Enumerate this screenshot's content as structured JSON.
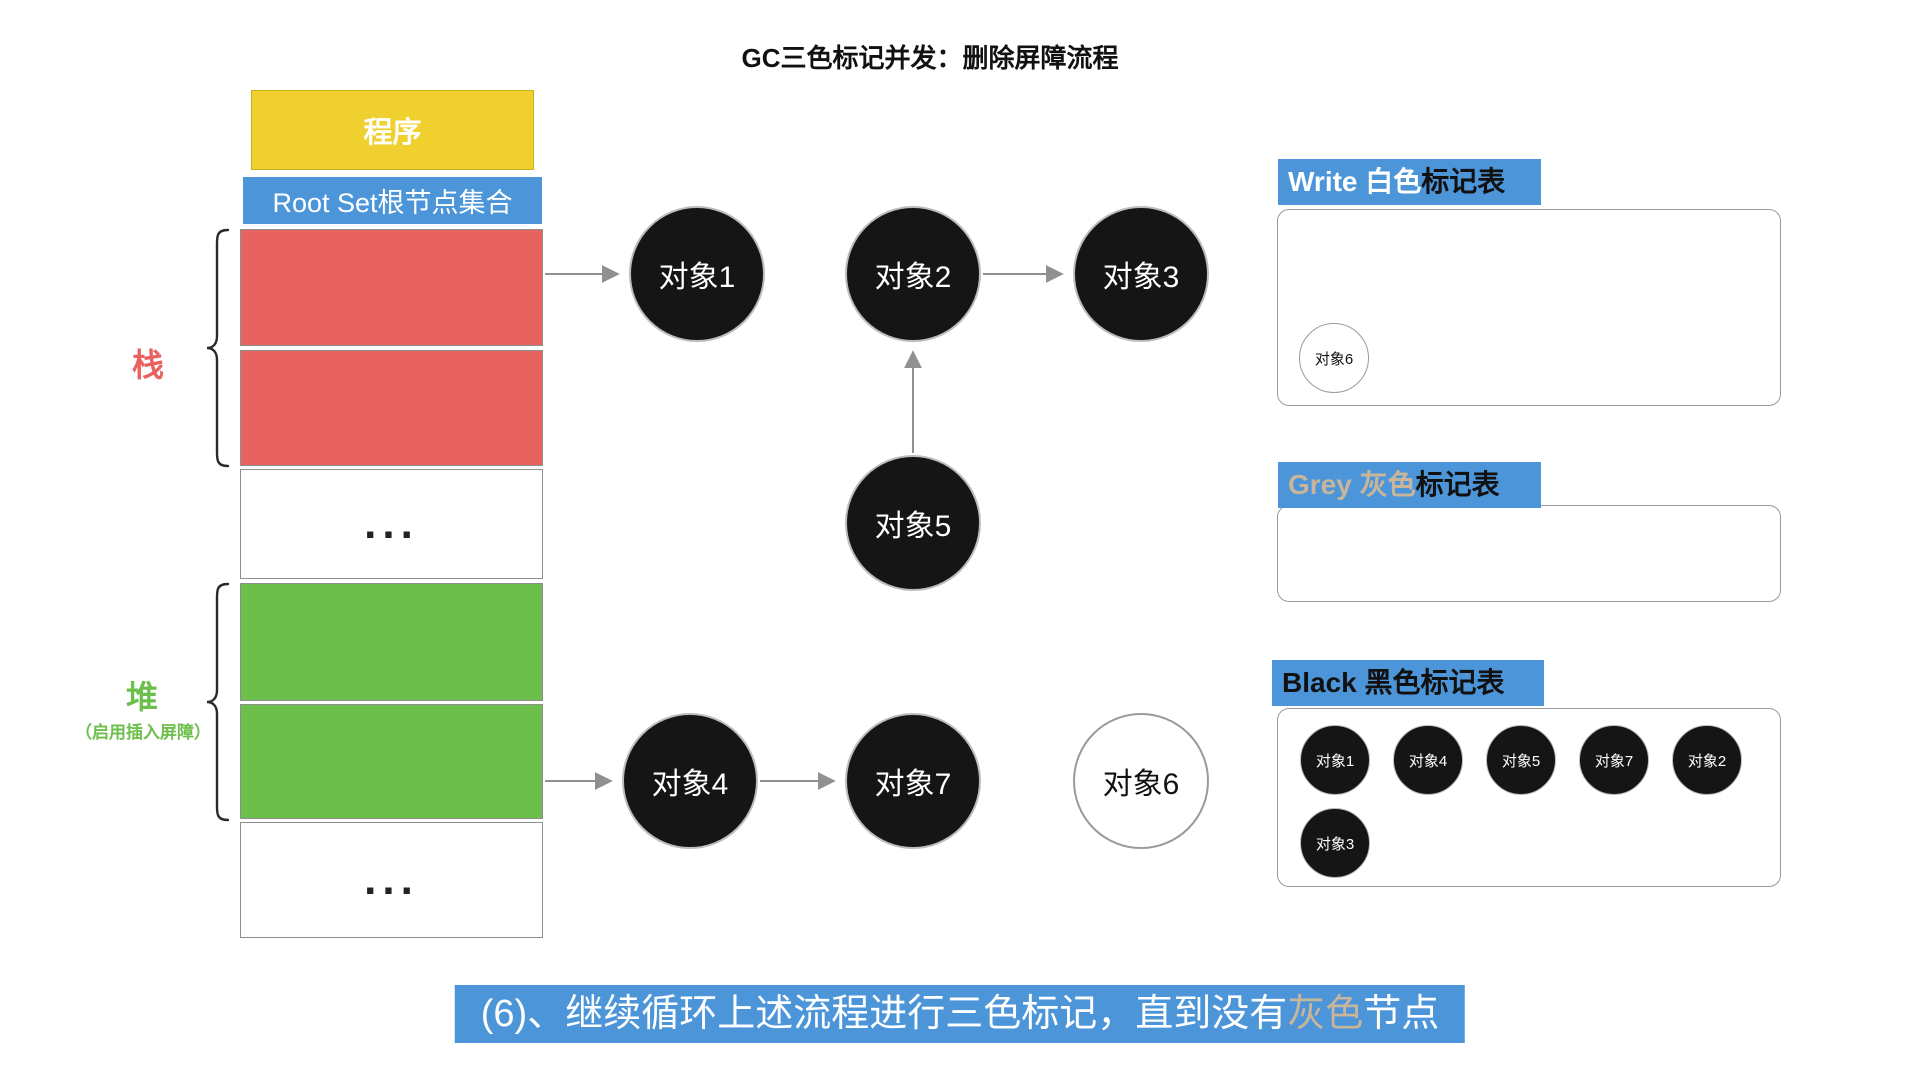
{
  "title": "GC三色标记并发：删除屏障流程",
  "memory": {
    "program": "程序",
    "root_set": "Root Set根节点集合",
    "stack_label": "栈",
    "heap_label": "堆",
    "heap_note": "（启用插入屏障）",
    "ellipsis_top": "...",
    "ellipsis_bottom": "..."
  },
  "graph": {
    "nodes": [
      {
        "id": "obj1",
        "label": "对象1",
        "fill": "black"
      },
      {
        "id": "obj2",
        "label": "对象2",
        "fill": "black"
      },
      {
        "id": "obj3",
        "label": "对象3",
        "fill": "black"
      },
      {
        "id": "obj5",
        "label": "对象5",
        "fill": "black"
      },
      {
        "id": "obj4",
        "label": "对象4",
        "fill": "black"
      },
      {
        "id": "obj7",
        "label": "对象7",
        "fill": "black"
      },
      {
        "id": "obj6",
        "label": "对象6",
        "fill": "white"
      }
    ],
    "edges": [
      {
        "from": "stack",
        "to": "obj1"
      },
      {
        "from": "obj2",
        "to": "obj3"
      },
      {
        "from": "obj5",
        "to": "obj2"
      },
      {
        "from": "heap",
        "to": "obj4"
      },
      {
        "from": "obj4",
        "to": "obj7"
      }
    ]
  },
  "tables": {
    "white": {
      "title_colored": "Write 白色",
      "title_rest": "标记表",
      "items": [
        {
          "label": "对象6",
          "fill": "white"
        }
      ]
    },
    "grey": {
      "title_colored": "Grey 灰色",
      "title_rest": "标记表",
      "items": []
    },
    "black": {
      "title_colored": "Black 黑色",
      "title_rest": "标记表",
      "items": [
        "对象1",
        "对象4",
        "对象5",
        "对象7",
        "对象2",
        "对象3"
      ]
    }
  },
  "caption": {
    "prefix": "(6)、继续循环上述流程进行三色标记，直到没有",
    "highlight": "灰色",
    "suffix": "节点"
  },
  "colors": {
    "blue": "#4d95d9",
    "red": "#e8625f",
    "green": "#6dbf4b",
    "yellow": "#f0d02e",
    "tan_grey": "#c8b59a",
    "node_black": "#151515",
    "arrow_grey": "#909090"
  }
}
